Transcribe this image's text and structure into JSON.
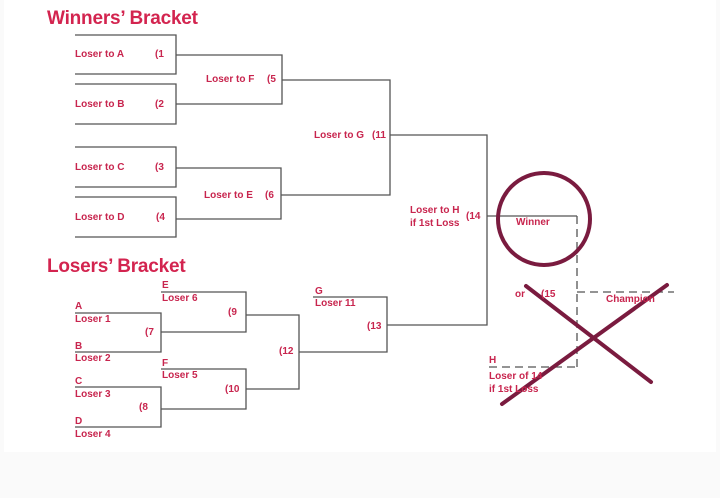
{
  "colors": {
    "text": "#c8254e",
    "title": "#d3244f",
    "line": "#555555",
    "annotation": "#7a1b3f",
    "background": "#fafafa",
    "panel": "#ffffff"
  },
  "winners": {
    "title": "Winners’ Bracket",
    "round1": [
      {
        "label": "Loser to A",
        "game": "(1"
      },
      {
        "label": "Loser to B",
        "game": "(2"
      },
      {
        "label": "Loser to C",
        "game": "(3"
      },
      {
        "label": "Loser to D",
        "game": "(4"
      }
    ],
    "round2": [
      {
        "label": "Loser to F",
        "game": "(5"
      },
      {
        "label": "Loser to E",
        "game": "(6"
      }
    ],
    "round3": {
      "label": "Loser to G",
      "game": "(11"
    },
    "final": {
      "label_line1": "Loser to H",
      "label_line2": "if 1st Loss",
      "game": "(14"
    }
  },
  "championship": {
    "winner_label": "Winner",
    "or_label": "or",
    "game": "(15",
    "champion_label": "Champion",
    "loser_slot": {
      "top": "H",
      "line1": "Loser of 14",
      "line2": "if 1st Loss"
    }
  },
  "losers": {
    "title": "Losers’ Bracket",
    "round1": [
      {
        "top": "A",
        "bottom": "Loser 1"
      },
      {
        "top": "B",
        "bottom": "Loser 2"
      },
      {
        "top": "C",
        "bottom": "Loser 3"
      },
      {
        "top": "D",
        "bottom": "Loser 4"
      }
    ],
    "round1_games": [
      "(7",
      "(8"
    ],
    "round2": [
      {
        "top": "E",
        "bottom": "Loser 6",
        "game": "(9"
      },
      {
        "top": "F",
        "bottom": "Loser 5",
        "game": "(10"
      }
    ],
    "round3_game": "(12",
    "round4": {
      "top": "G",
      "bottom": "Loser 11",
      "game": "(13"
    }
  },
  "annotations": {
    "circle": "circle-around-winner",
    "cross": "x-mark-over-game-15"
  }
}
